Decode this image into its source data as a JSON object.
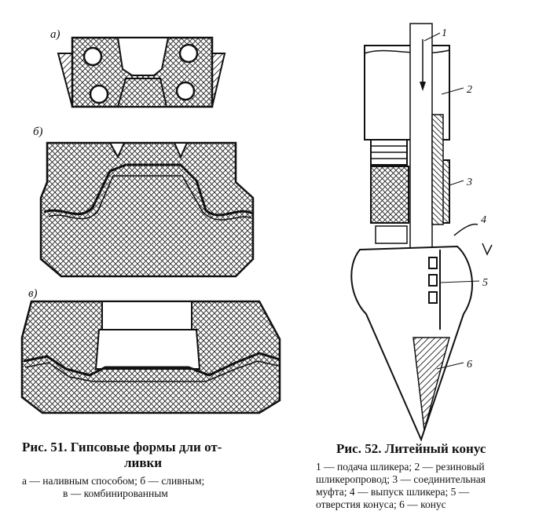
{
  "figure51": {
    "panel_labels": [
      "а)",
      "б)",
      "в)"
    ],
    "title_line1": "Рис. 51. Гипсовые формы дли от-",
    "title_line2": "ливки",
    "legend_line1": "а — наливным способом; б — сливным;",
    "legend_line2": "в — комбинированным"
  },
  "figure52": {
    "part_numbers": [
      "1",
      "2",
      "3",
      "4",
      "5",
      "6"
    ],
    "title": "Рис. 52. Литейный конус",
    "legend_line1": "1 — подача шликера; 2 — резиновый",
    "legend_line2": "шликеропровод; 3 — соединительная",
    "legend_line3": "муфта; 4 — выпуск шликера; 5 —",
    "legend_line4": "отверстия конуса; 6 — конус"
  }
}
